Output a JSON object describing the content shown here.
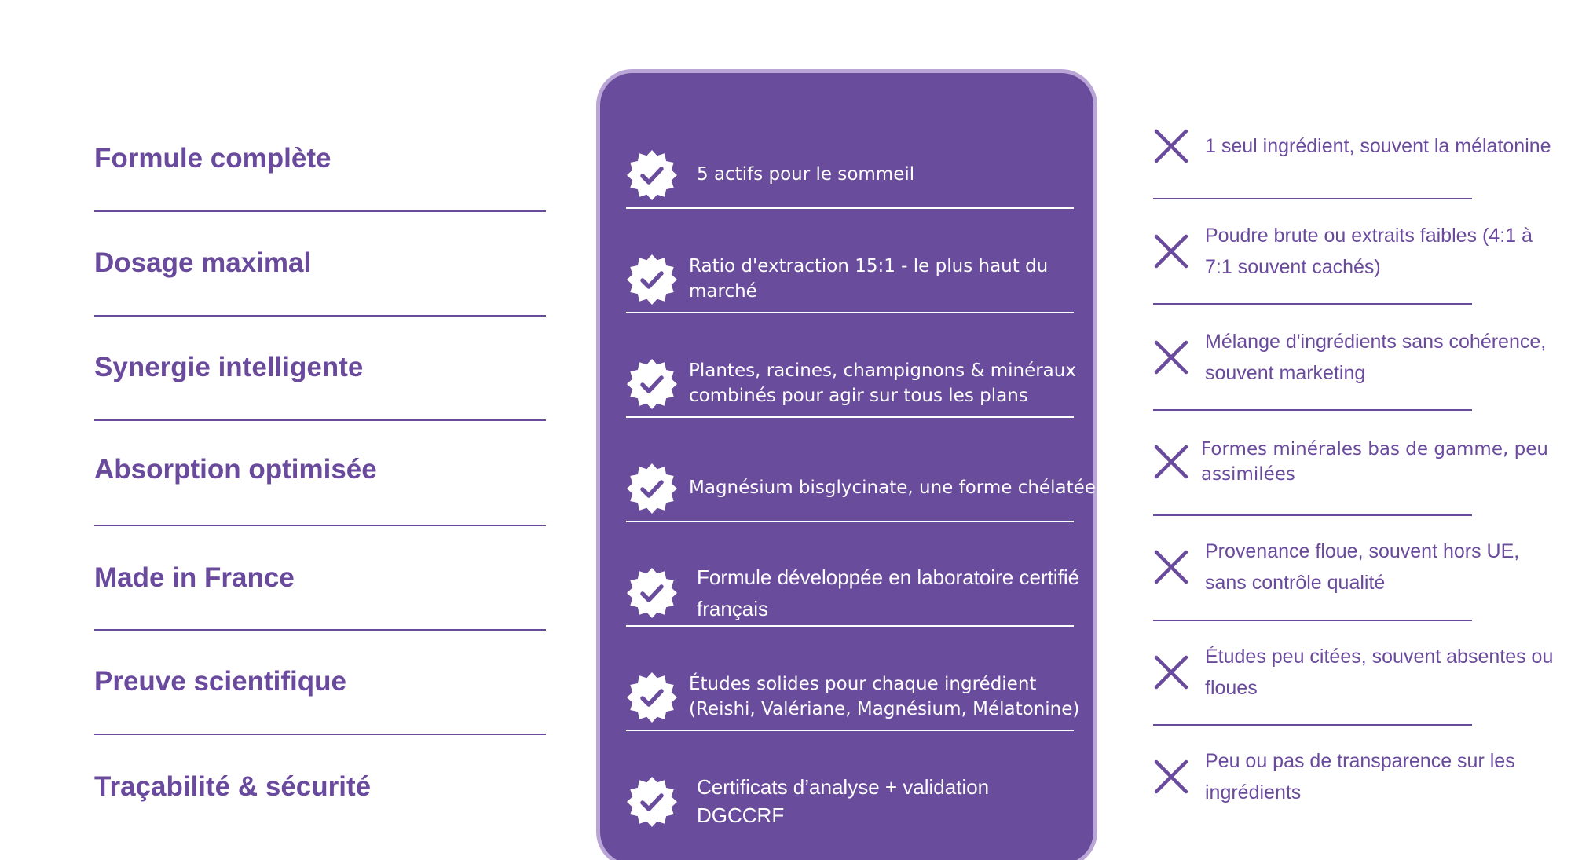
{
  "colors": {
    "accent": "#6a4a9c",
    "card_background": "#6a4c9c",
    "card_border": "#b9a6d6",
    "text_on_card": "#ffffff"
  },
  "icons": {
    "check": "verified-badge-check-icon",
    "cross": "x-cross-icon"
  },
  "rows": [
    {
      "criterion": "Formule complète",
      "product": "5 actifs pour le sommeil",
      "competitor": "1 seul ingrédient, souvent la mélatonine"
    },
    {
      "criterion": "Dosage maximal",
      "product": "Ratio d'extraction 15:1 - le plus haut du marché",
      "competitor": "Poudre brute ou extraits faibles (4:1 à 7:1 souvent cachés)"
    },
    {
      "criterion": "Synergie intelligente",
      "product": "Plantes, racines, champignons & minéraux combinés pour agir sur tous les plans",
      "competitor": "Mélange d'ingrédients sans cohérence, souvent marketing"
    },
    {
      "criterion": "Absorption optimisée",
      "product": "Magnésium bisglycinate, une forme chélatée",
      "competitor": "Formes minérales bas de gamme, peu assimilées"
    },
    {
      "criterion": "Made in France",
      "product": "Formule développée en laboratoire certifié français",
      "competitor": "Provenance floue, souvent hors UE, sans contrôle qualité"
    },
    {
      "criterion": "Preuve scientifique",
      "product": "Études solides pour chaque ingrédient (Reishi, Valériane, Magnésium, Mélatonine)",
      "competitor": "Études peu citées, souvent absentes ou floues"
    },
    {
      "criterion": "Traçabilité & sécurité",
      "product": "Certificats d’analyse + validation DGCCRF",
      "competitor": "Peu ou pas de transparence sur les ingrédients"
    }
  ]
}
